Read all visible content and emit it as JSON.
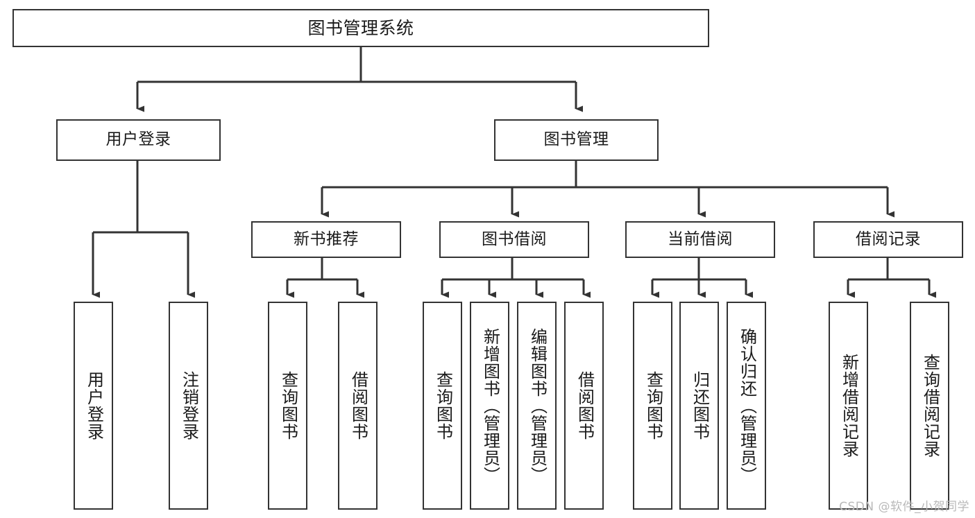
{
  "diagram": {
    "title": "图书管理系统",
    "watermark": "CSDN @软件_小贺同学",
    "colors": {
      "stroke": "#333333",
      "box_fill": "#ffffff",
      "text": "#1a1a1a",
      "watermark": "#b9b9b9",
      "background": "#ffffff"
    },
    "nodes": {
      "root": {
        "label": "图书管理系统"
      },
      "level2": [
        {
          "id": "user-login",
          "label": "用户登录"
        },
        {
          "id": "book-manage",
          "label": "图书管理"
        }
      ],
      "level3": [
        {
          "id": "new-book-recommend",
          "label": "新书推荐"
        },
        {
          "id": "book-borrow",
          "label": "图书借阅"
        },
        {
          "id": "current-borrow",
          "label": "当前借阅"
        },
        {
          "id": "borrow-record",
          "label": "借阅记录"
        }
      ],
      "leaves": {
        "user-login": [
          {
            "id": "leaf-user-login",
            "label": "用户登录"
          },
          {
            "id": "leaf-logout",
            "label": "注销登录"
          }
        ],
        "new-book-recommend": [
          {
            "id": "leaf-query-book-1",
            "label": "查询图书"
          },
          {
            "id": "leaf-borrow-book-1",
            "label": "借阅图书"
          }
        ],
        "book-borrow": [
          {
            "id": "leaf-query-book-2",
            "label": "查询图书"
          },
          {
            "id": "leaf-add-book",
            "label": "新增图书（管理员）"
          },
          {
            "id": "leaf-edit-book",
            "label": "编辑图书（管理员）"
          },
          {
            "id": "leaf-borrow-book-2",
            "label": "借阅图书"
          }
        ],
        "current-borrow": [
          {
            "id": "leaf-query-book-3",
            "label": "查询图书"
          },
          {
            "id": "leaf-return-book",
            "label": "归还图书"
          },
          {
            "id": "leaf-confirm-return",
            "label": "确认归还（管理员）"
          }
        ],
        "borrow-record": [
          {
            "id": "leaf-add-record",
            "label": "新增借阅记录"
          },
          {
            "id": "leaf-query-record",
            "label": "查询借阅记录"
          }
        ]
      }
    }
  }
}
